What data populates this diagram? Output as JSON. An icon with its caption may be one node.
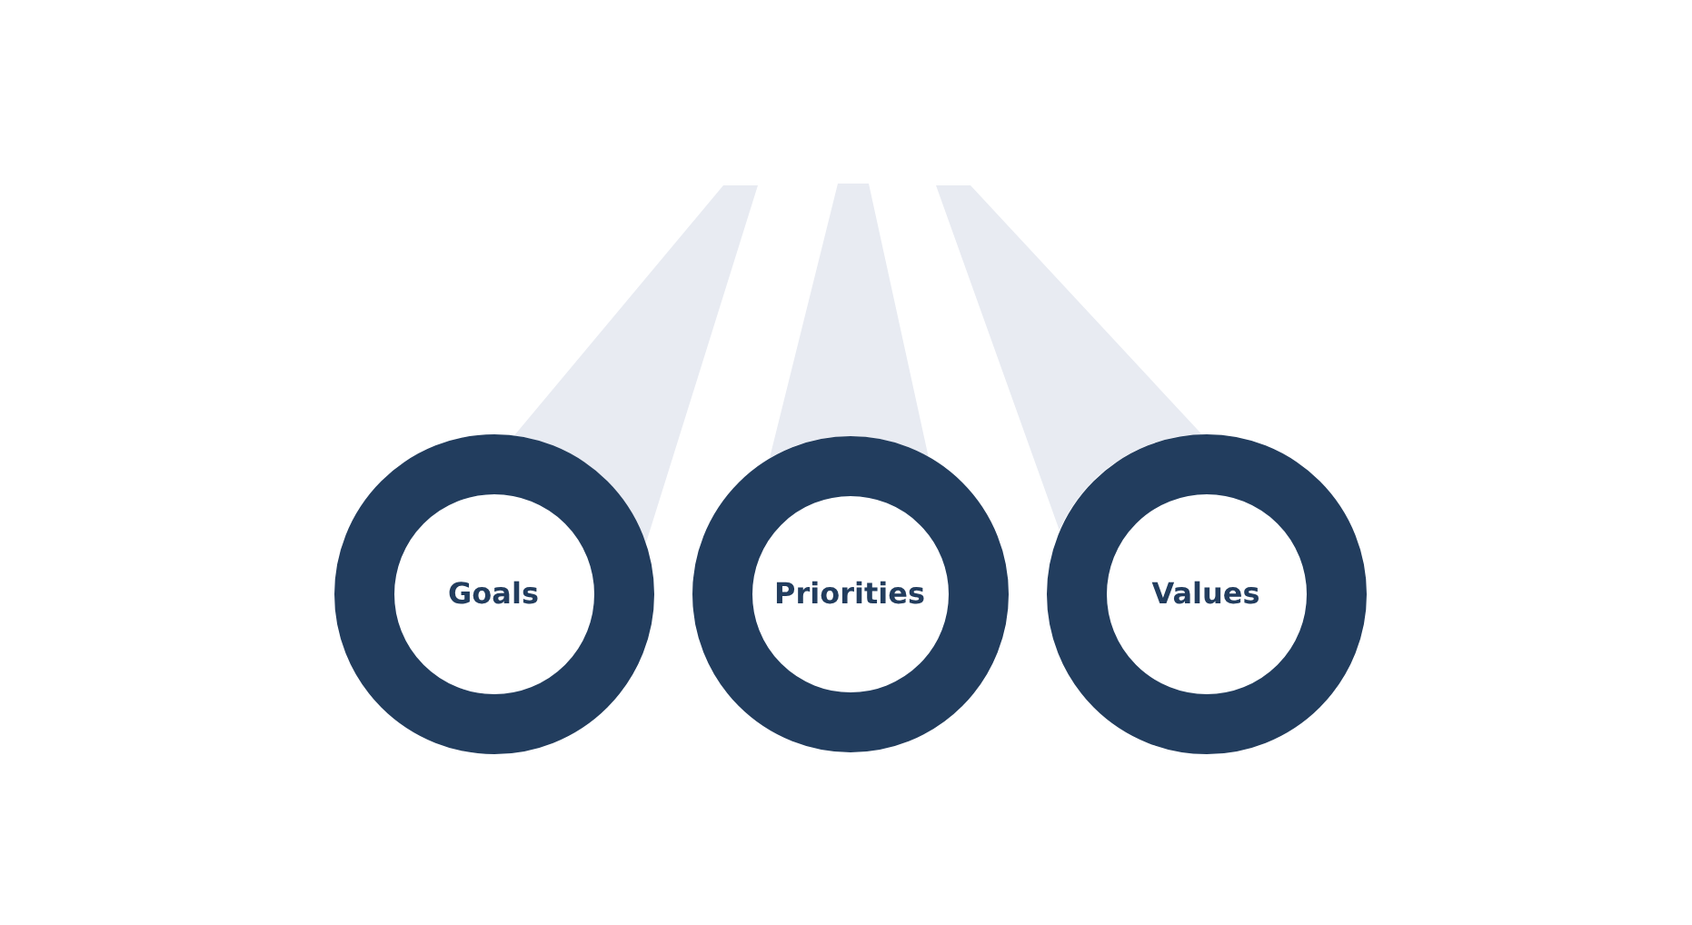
{
  "diagram": {
    "nodes": [
      {
        "text": [],
        "shape": "beam"
      },
      {
        "text": [],
        "shape": "beam"
      },
      {
        "text": [],
        "shape": "beam"
      },
      {
        "text": [
          "Goals"
        ]
      },
      {
        "text": [
          "Priorities"
        ]
      },
      {
        "text": [
          "Values"
        ]
      }
    ]
  }
}
